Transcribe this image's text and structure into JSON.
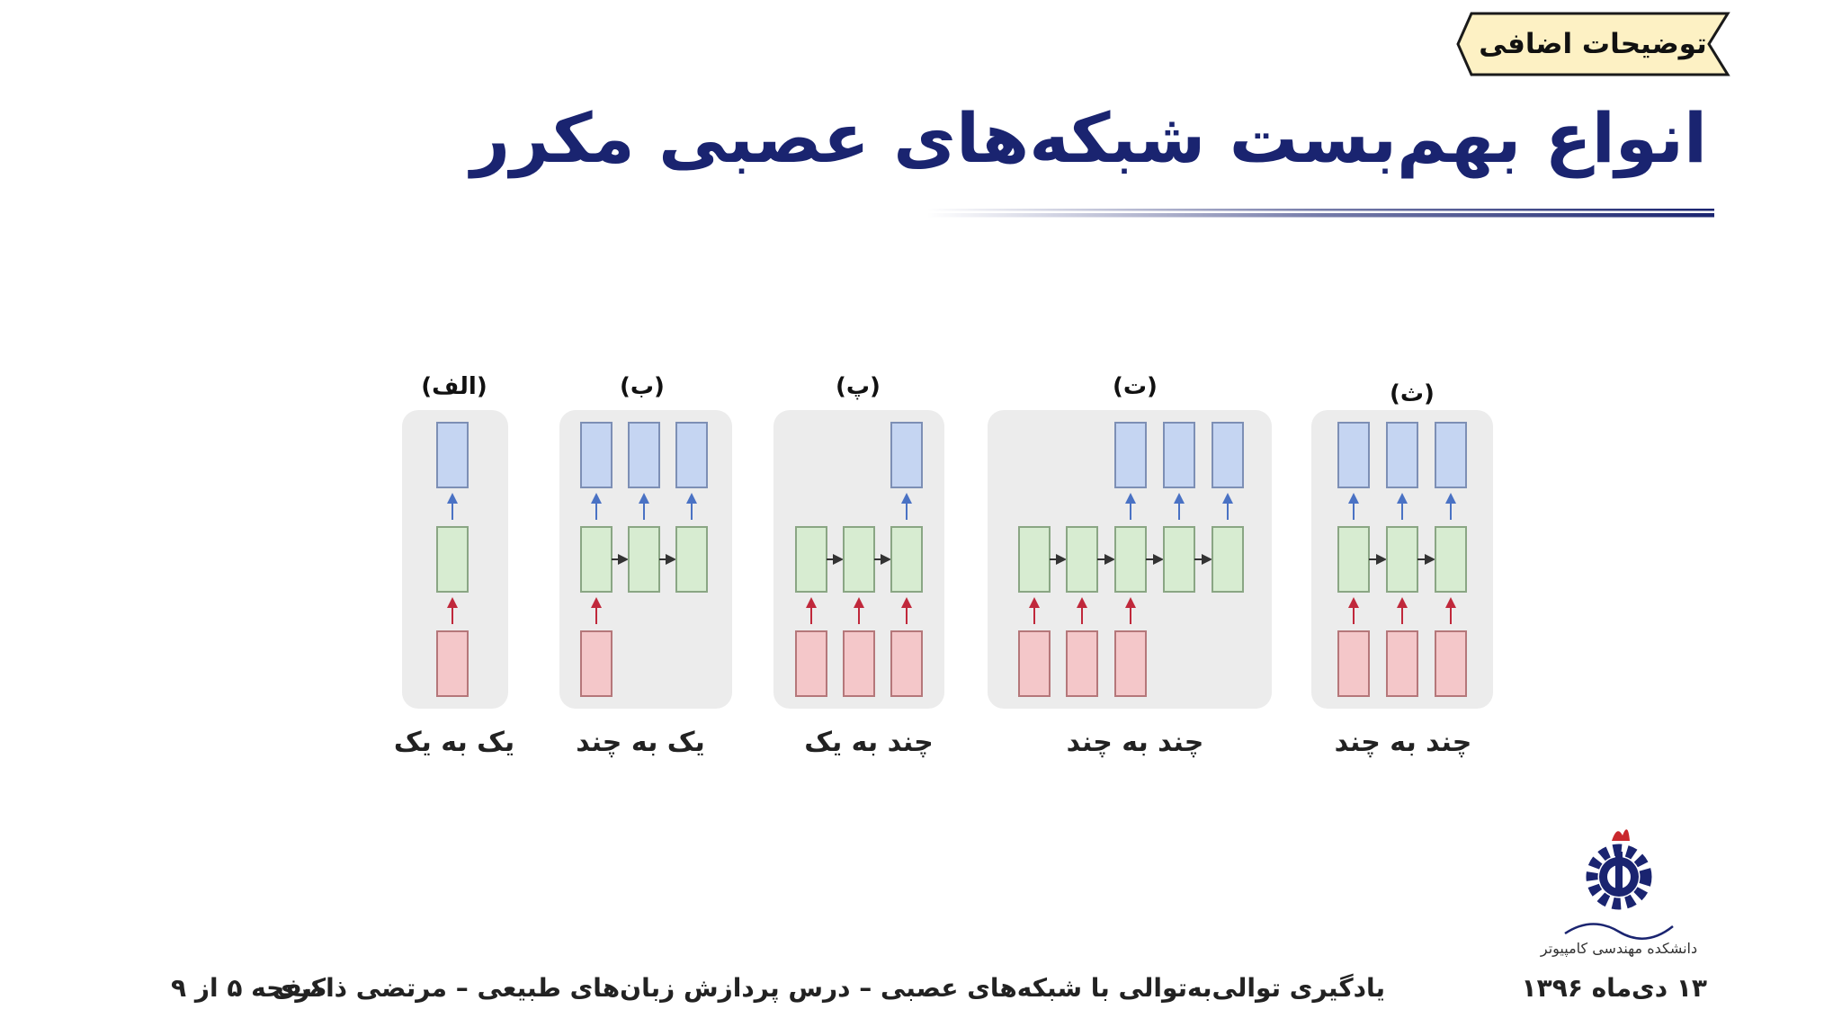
{
  "badge": {
    "label": "توضیحات اضافی"
  },
  "title": "انواع بهم‌بست شبکه‌های عصبی مکرر",
  "diagram": {
    "panels": [
      {
        "letter": "(الف)",
        "caption": "یک به یک"
      },
      {
        "letter": "(ب)",
        "caption": "یک به چند"
      },
      {
        "letter": "(پ)",
        "caption": "چند به یک"
      },
      {
        "letter": "(ت)",
        "caption": "چند به چند"
      },
      {
        "letter": "(ث)",
        "caption": "چند به چند"
      }
    ],
    "colors": {
      "input": "#f4c7c9",
      "input_border": "#b5777a",
      "hidden": "#d7ecd1",
      "hidden_border": "#8aa684",
      "output": "#c5d5f2",
      "output_border": "#7d8fb5",
      "input_arrow": "#c0283b",
      "output_arrow": "#4a72c4",
      "panel_bg": "#ececec"
    }
  },
  "logo": {
    "caption": "دانشکده مهندسی کامپیوتر"
  },
  "footer": {
    "date": "۱۳ دی‌ماه ۱۳۹۶",
    "course": "یادگیری توالی‌به‌توالی با شبکه‌های عصبی – درس پردازش زبان‌های طبیعی – مرتضی ذاکری",
    "page": "صفحه ۵ از ۹"
  },
  "colors": {
    "title": "#1a2470",
    "badge_fill": "#fdf1c4",
    "accent": "#1a2470"
  }
}
